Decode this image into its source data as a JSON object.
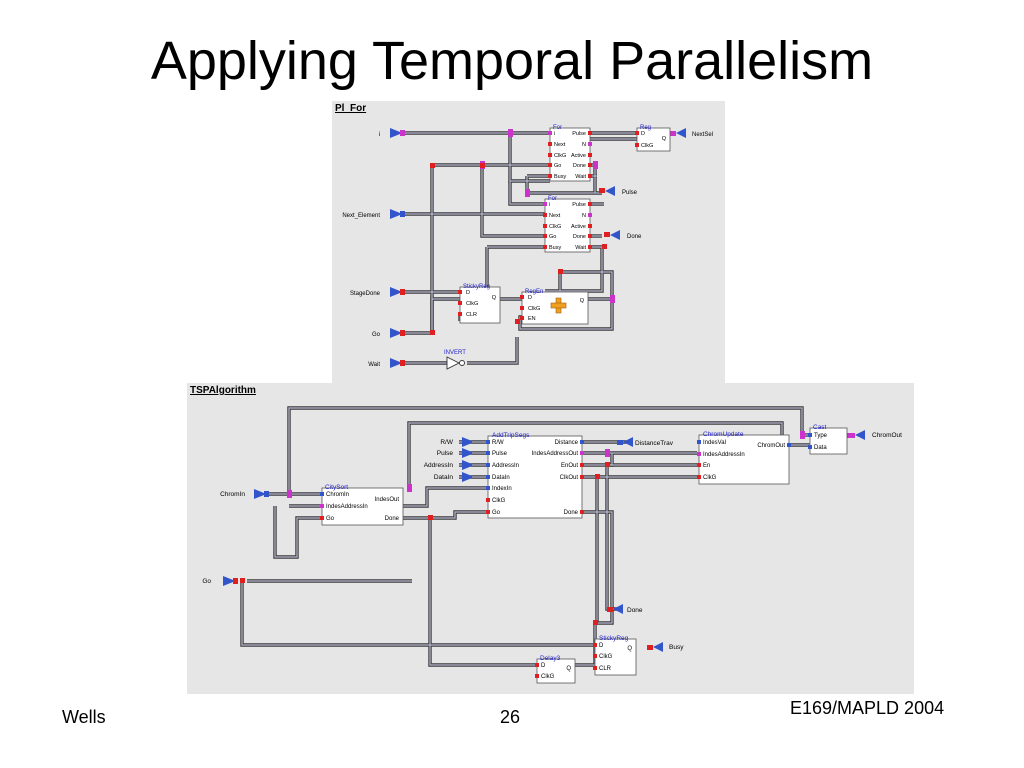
{
  "slide": {
    "title": "Applying Temporal Parallelism"
  },
  "footer": {
    "left": "Wells",
    "center": "26",
    "right": "E169/MAPLD 2004"
  },
  "panel_top": {
    "title": "Pl_For",
    "inputs": [
      "i",
      "Next_Element",
      "StageDone",
      "Go",
      "Wait"
    ],
    "outputs": [
      "NextSel",
      "Pulse",
      "Done"
    ],
    "blocks": [
      {
        "id": "for1",
        "name": "For",
        "ports_left": [
          "i",
          "Next",
          "ClkG",
          "Go",
          "Busy"
        ],
        "ports_right": [
          "Pulse",
          "N",
          "Active",
          "Done",
          "Wait"
        ]
      },
      {
        "id": "for2",
        "name": "For",
        "ports_left": [
          "i",
          "Next",
          "ClkG",
          "Go",
          "Busy"
        ],
        "ports_right": [
          "Pulse",
          "N",
          "Active",
          "Done",
          "Wait"
        ]
      },
      {
        "id": "reg",
        "name": "Reg",
        "ports_left": [
          "D",
          "ClkG"
        ],
        "ports_right": [
          "Q"
        ]
      },
      {
        "id": "stickyreg",
        "name": "StickyReg",
        "ports_left": [
          "D",
          "ClkG",
          "CLR"
        ],
        "ports_right": [
          "Q"
        ]
      },
      {
        "id": "regen",
        "name": "RegEn",
        "ports_left": [
          "D",
          "ClkG",
          "EN"
        ],
        "ports_right": [
          "Q"
        ]
      },
      {
        "id": "invert",
        "name": "INVERT",
        "ports_left": [],
        "ports_right": []
      }
    ]
  },
  "panel_bottom": {
    "title": "TSPAlgorithm",
    "inputs": [
      "ChromIn",
      "Go"
    ],
    "outputs": [
      "ChromOut",
      "DistanceTrav",
      "Done",
      "Busy"
    ],
    "inner_labels": [
      "R/W",
      "Pulse",
      "AddressIn",
      "DataIn"
    ],
    "blocks": [
      {
        "id": "citysort",
        "name": "CitySort",
        "ports_left": [
          "ChromIn",
          "IndesAddressIn",
          "Go"
        ],
        "ports_right": [
          "IndesOut",
          "Done"
        ]
      },
      {
        "id": "addtripsegs",
        "name": "AddTripSegs",
        "ports_left": [
          "R/W",
          "Pulse",
          "AddressIn",
          "DataIn",
          "IndexIn",
          "ClkG",
          "Go"
        ],
        "ports_right": [
          "Distance",
          "IndesAddressOut",
          "EnOut",
          "ClkOut",
          "Done"
        ]
      },
      {
        "id": "chromupdate",
        "name": "ChromUpdate",
        "ports_left": [
          "IndesVal",
          "IndesAddressIn",
          "En",
          "ClkG"
        ],
        "ports_right": [
          "ChromOut"
        ]
      },
      {
        "id": "cast",
        "name": "Cast",
        "ports_left": [
          "Type",
          "Data"
        ],
        "ports_right": []
      },
      {
        "id": "delay3",
        "name": "Delay3",
        "ports_left": [
          "D",
          "ClkG"
        ],
        "ports_right": [
          "Q"
        ]
      },
      {
        "id": "stickyreg2",
        "name": "StickyReg",
        "ports_left": [
          "D",
          "ClkG",
          "CLR"
        ],
        "ports_right": [
          "Q"
        ]
      }
    ]
  }
}
